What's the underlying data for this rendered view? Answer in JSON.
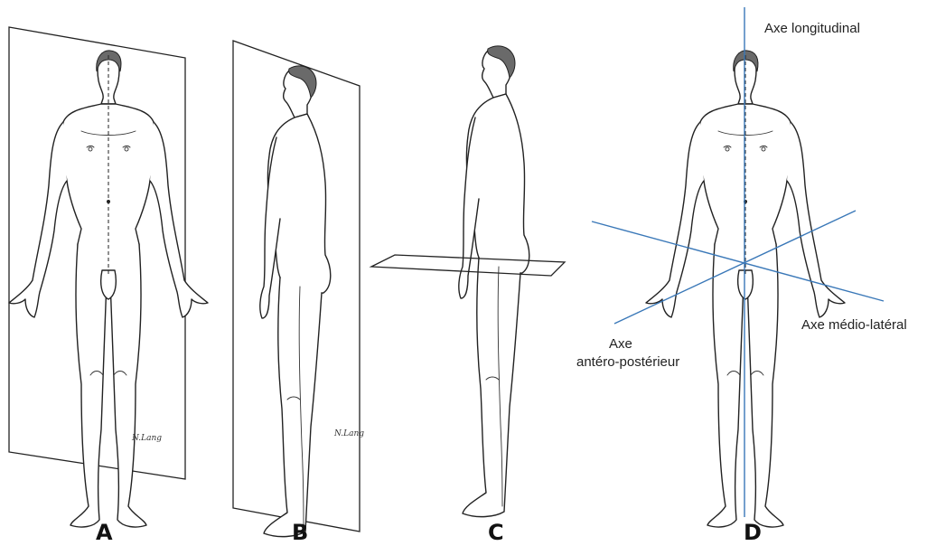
{
  "panels": {
    "a": {
      "letter": "A"
    },
    "b": {
      "letter": "B"
    },
    "c": {
      "letter": "C"
    },
    "d": {
      "letter": "D"
    }
  },
  "axes": {
    "longitudinal": "Axe longitudinal",
    "medio_lateral": "Axe médio-latéral",
    "antero_posterior_line1": "Axe",
    "antero_posterior_line2": "antéro-postérieur"
  },
  "artist_signature": "N.Lang",
  "colors": {
    "axis": "#3a78b8",
    "ink": "#222222"
  }
}
